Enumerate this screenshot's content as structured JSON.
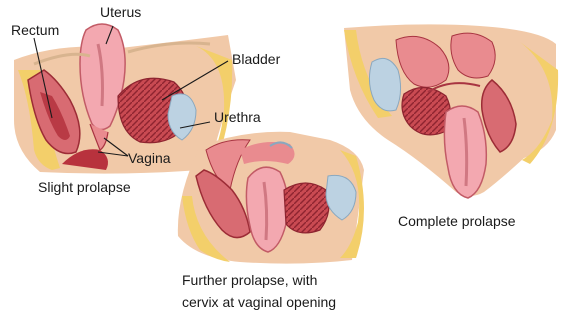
{
  "labels": {
    "rectum": "Rectum",
    "uterus": "Uterus",
    "bladder": "Bladder",
    "urethra": "Urethra",
    "vagina": "Vagina"
  },
  "captions": {
    "slight": "Slight prolapse",
    "complete": "Complete prolapse",
    "further_line1": "Further prolapse, with",
    "further_line2": "cervix at vaginal opening"
  },
  "colors": {
    "fat": "#f3cf6a",
    "tissue_pink": "#e98b8f",
    "uterus_pink": "#f3a8b0",
    "muscle_red": "#b8323d",
    "bladder_blue": "#bcd2e2",
    "skin": "#f1c9a8"
  }
}
